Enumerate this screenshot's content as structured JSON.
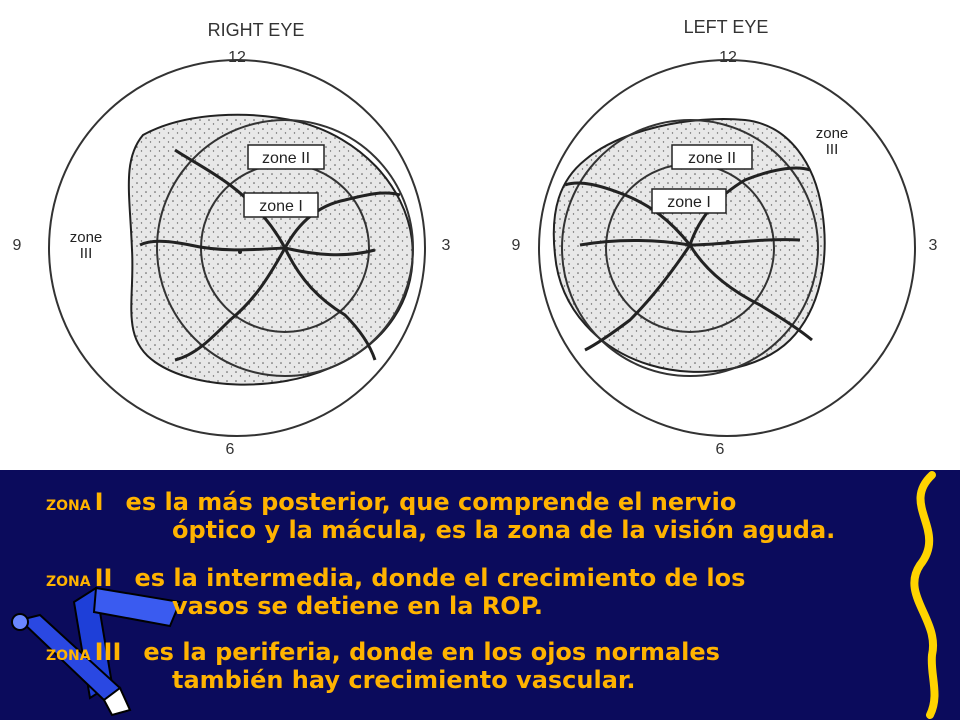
{
  "diagram": {
    "right_eye_title": "RIGHT EYE",
    "left_eye_title": "LEFT EYE",
    "right_clock": {
      "top": "12",
      "bottom": "6",
      "left": "9",
      "right": "3"
    },
    "left_clock": {
      "top": "12",
      "bottom": "6",
      "left": "9",
      "right": "3"
    },
    "right_labels": {
      "zone1": "zone I",
      "zone2": "zone II",
      "zone3_line1": "zone",
      "zone3_line2": "III"
    },
    "left_labels": {
      "zone1": "zone I",
      "zone2": "zone II",
      "zone3_line1": "zone",
      "zone3_line2": "III"
    }
  },
  "zones": [
    {
      "label": "ZONA",
      "roman": "I",
      "line1": "es la más posterior, que comprende el nervio",
      "line2": "óptico y la mácula, es la zona de la visión aguda."
    },
    {
      "label": "ZONA",
      "roman": "II",
      "line1": "es la intermedia, donde el crecimiento de los",
      "line2": "vasos se detiene en la ROP."
    },
    {
      "label": "ZONA",
      "roman": "III",
      "line1": "es la periferia, donde en los ojos normales",
      "line2": "también hay crecimiento  vascular."
    }
  ],
  "colors": {
    "panel": "#0b0b5c",
    "text": "#ffb300",
    "bracket": "#ffd400",
    "clip_blue": "#1e3fd8"
  },
  "icons": {
    "clipart": "pencil-marker-clipart-icon",
    "bracket": "curly-brace-icon"
  }
}
